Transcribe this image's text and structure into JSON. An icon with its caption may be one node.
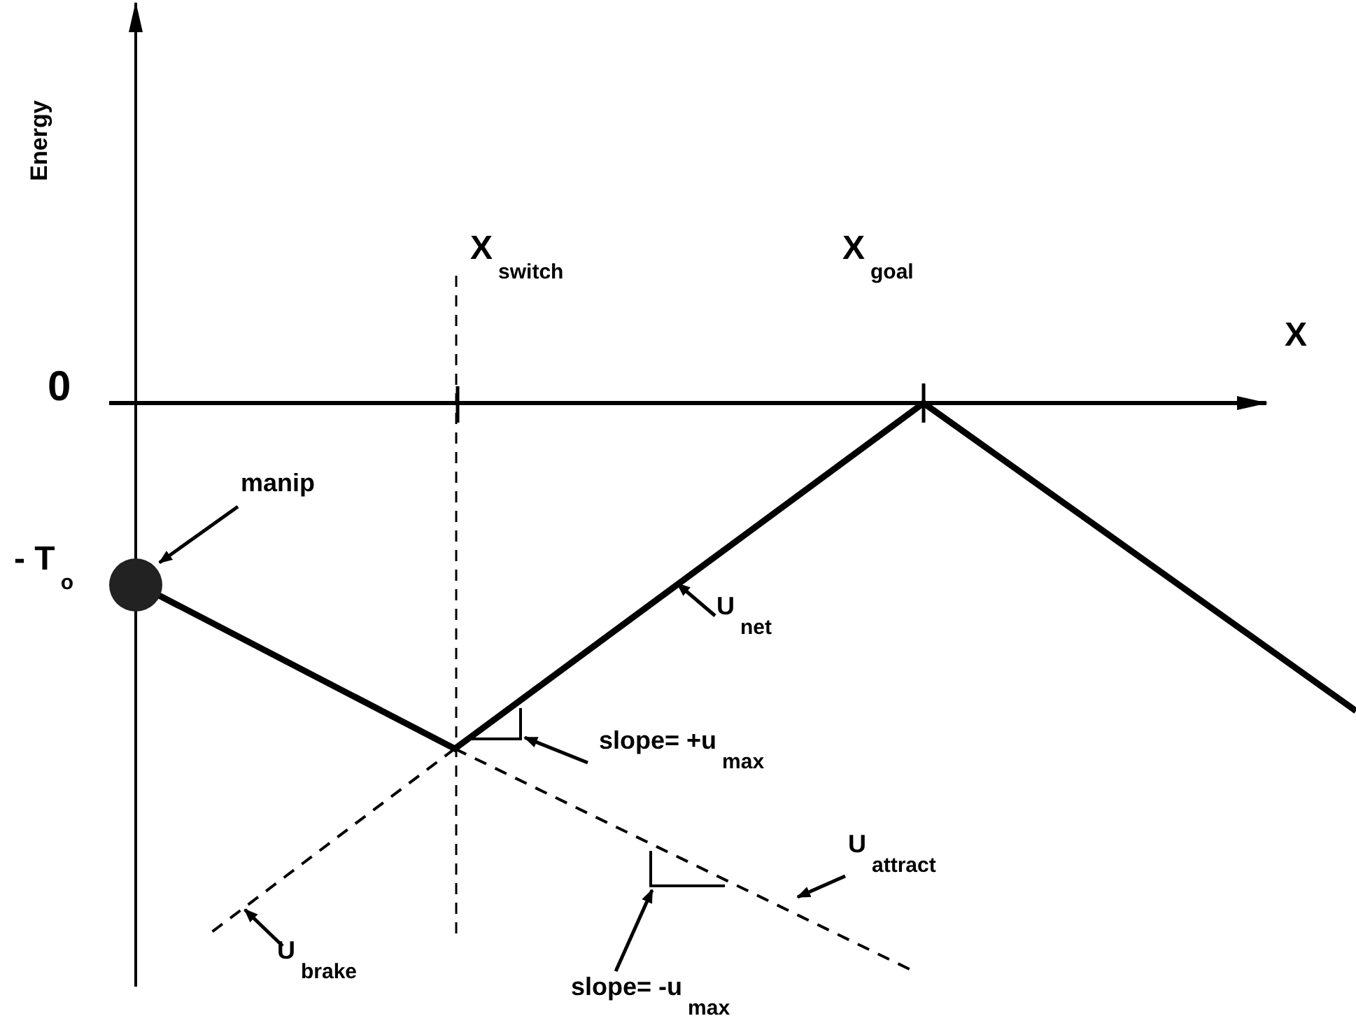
{
  "diagram": {
    "nodes": [
      {
        "text": [
          "manip"
        ]
      },
      {
        "text": [],
        "shape": "circle"
      },
      {
        "text": [
          "U$_{net}$"
        ]
      },
      {
        "text": [
          "slope=  +u$_{max}$"
        ]
      },
      {
        "text": [
          "U$_{attract}$"
        ]
      },
      {
        "text": [
          "U$_{brake}$"
        ]
      },
      {
        "text": [
          "slope=  -u$_{max}$"
        ]
      },
      {
        "text": [],
        "shape": "triangle"
      },
      {
        "text": [],
        "shape": "triangle"
      }
    ],
    "edges": [
      {
        "from": 0,
        "to": 1,
        "arrow": "to"
      },
      {
        "from": 3,
        "to": 7,
        "arrow": "to"
      },
      {
        "from": 2,
        "to": null,
        "arrow": "to"
      },
      {
        "from": 4,
        "to": null,
        "arrow": "to"
      },
      {
        "from": 6,
        "to": 8,
        "arrow": "to"
      },
      {
        "from": 5,
        "to": null,
        "arrow": "to"
      }
    ],
    "labels": [
      "Energy",
      "X$_{switch}$",
      "X$_{goal}$",
      "X",
      "0",
      "- T$_{o}$"
    ]
  }
}
